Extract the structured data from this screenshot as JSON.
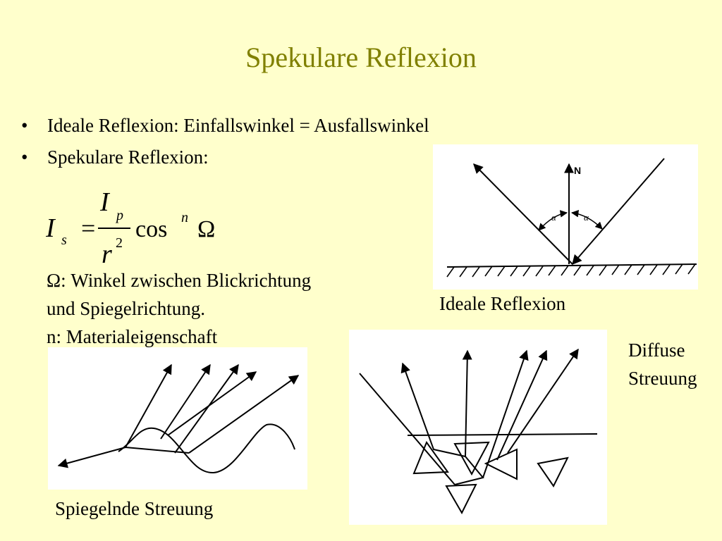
{
  "slide": {
    "title": "Spekulare Reflexion",
    "bullets": [
      "Ideale Reflexion: Einfallswinkel = Ausfallswinkel",
      "Spekulare Reflexion:"
    ],
    "bullet_symbol": "•",
    "formula": {
      "lhs_symbol": "I",
      "lhs_subscript": "s",
      "equals": "=",
      "numerator_symbol": "I",
      "numerator_subscript": "p",
      "denominator_symbol": "r",
      "denominator_exponent": "2",
      "function": "cos",
      "function_exponent": "n",
      "angle_symbol": "Ω"
    },
    "explanations": [
      "Ω: Winkel zwischen Blickrichtung",
      "und Spiegelrichtung.",
      "n: Materialeigenschaft"
    ],
    "figures": {
      "ideal": {
        "caption": "Ideale Reflexion",
        "normal_label": "N",
        "angle_label_left": "α",
        "angle_label_right": "α"
      },
      "diffuse": {
        "caption_line1": "Diffuse",
        "caption_line2": "Streuung"
      },
      "specular": {
        "caption": "Spiegelnde Streuung"
      }
    }
  }
}
